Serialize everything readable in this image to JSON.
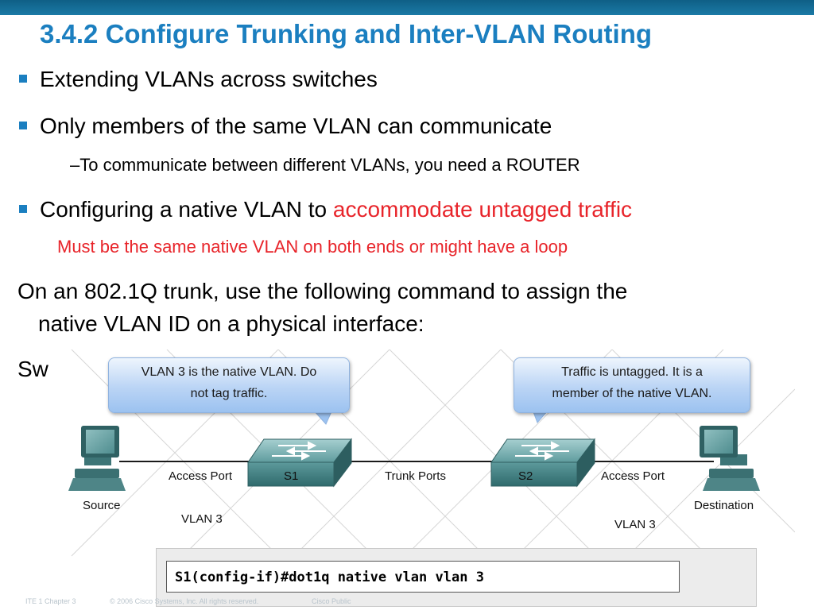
{
  "title": "3.4.2 Configure Trunking and Inter-VLAN Routing",
  "bullets": [
    {
      "text": "Extending VLANs across switches"
    },
    {
      "text": "Only members of the same VLAN can communicate"
    },
    {
      "text": "Configuring a native VLAN to ",
      "highlight": "accommodate untagged traffic"
    }
  ],
  "sub_bullet": "–To communicate between different VLANs, you need a ROUTER",
  "red_note": "Must be the same native VLAN on both ends or might have a loop",
  "paragraph": {
    "line1": "On an 802.1Q trunk, use the following command to assign the",
    "line2": "native VLAN ID on a physical interface:",
    "line3_partial": "Sw"
  },
  "diagram": {
    "callout_left": {
      "line1": "VLAN 3 is the native VLAN. Do",
      "line2": "not tag traffic."
    },
    "callout_right": {
      "line1": "Traffic is untagged. It is a",
      "line2": "member of the native VLAN."
    },
    "switch_left": "S1",
    "switch_right": "S2",
    "label_access_left": "Access Port",
    "label_trunk": "Trunk Ports",
    "label_access_right": "Access Port",
    "label_source": "Source",
    "label_destination": "Destination",
    "label_vlan_left": "VLAN 3",
    "label_vlan_right": "VLAN 3",
    "command": "S1(config-if)#dot1q native vlan vlan 3"
  },
  "footer": {
    "left": "ITE 1 Chapter 3",
    "middle": "© 2006 Cisco Systems, Inc. All rights reserved.",
    "right": "Cisco Public"
  },
  "colors": {
    "title": "#1b7fc0",
    "accent_red": "#e8242a",
    "top_bar": "#16719a"
  }
}
